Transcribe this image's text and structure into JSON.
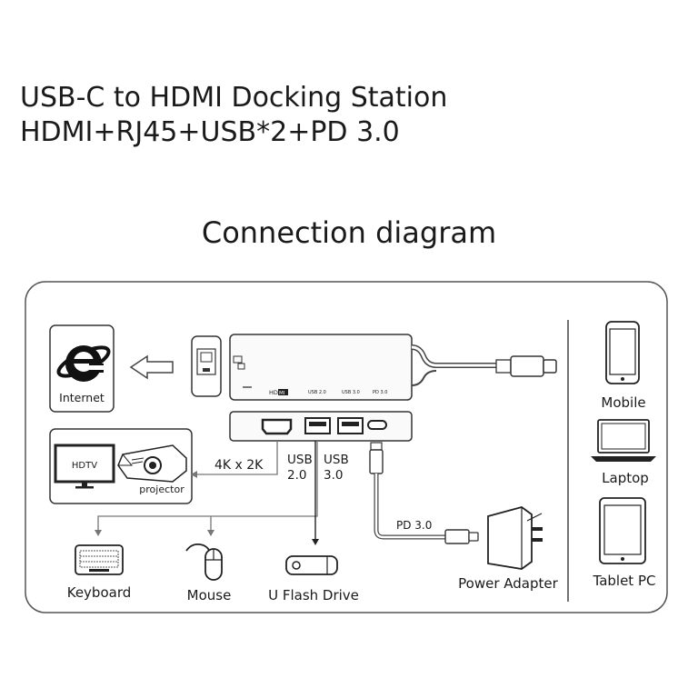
{
  "header": {
    "title_line1": "USB-C to HDMI Docking Station",
    "title_line2": "HDMI+RJ45+USB*2+PD 3.0",
    "diagram_heading": "Connection diagram"
  },
  "hub": {
    "hdmi_port_label": "HD",
    "hdmi_port_badge": "MI",
    "usb2_port_label": "USB 2.0",
    "usb3_port_label": "USB 3.0",
    "pd_port_label": "PD 3.0"
  },
  "devices": {
    "internet": "Internet",
    "hdtv": "HDTV",
    "projector": "projector",
    "keyboard": "Keyboard",
    "mouse": "Mouse",
    "flash_drive": "U Flash Drive",
    "power_adapter": "Power Adapter",
    "mobile": "Mobile",
    "laptop": "Laptop",
    "tablet": "Tablet PC"
  },
  "connections": {
    "hdmi_resolution": "4K x 2K",
    "usb_left_line1": "USB",
    "usb_left_line2": "2.0",
    "usb_right_line1": "USB",
    "usb_right_line2": "3.0",
    "pd_cable": "PD 3.0"
  },
  "colors": {
    "line": "#333333",
    "frame": "#555555",
    "arrow_gray": "#777777"
  }
}
